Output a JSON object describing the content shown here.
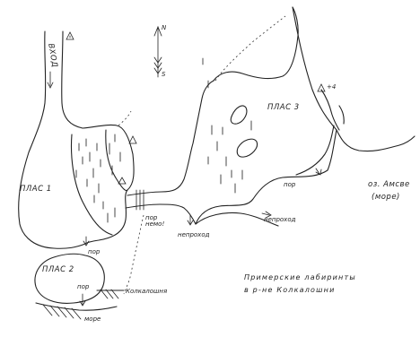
{
  "labels": {
    "plas1": "ПЛАС 1",
    "plas2": "ПЛАС 2",
    "plas3": "ПЛАС 3",
    "vkhod": "ВХОД",
    "por_left": "пор",
    "por_right": "пор",
    "por_bottom": "пор",
    "por_nemo": "пор немо!",
    "neproxod_left": "непроход",
    "neproxod_right": "непроход",
    "lake": "оз. Амсве",
    "lake_sub": "(море)",
    "kolkoloshnya": "Колкалошня",
    "more": "море",
    "delta_plus": "+4",
    "north": "N",
    "south": "S"
  },
  "caption": {
    "line1": "Примерские лабиринты",
    "line2": "в р-не Колкалошни"
  },
  "icons": [
    "survey-station-icon",
    "north-arrow-icon",
    "arrow-icon"
  ],
  "colors": {
    "ink": "#222222",
    "background": "#ffffff"
  }
}
